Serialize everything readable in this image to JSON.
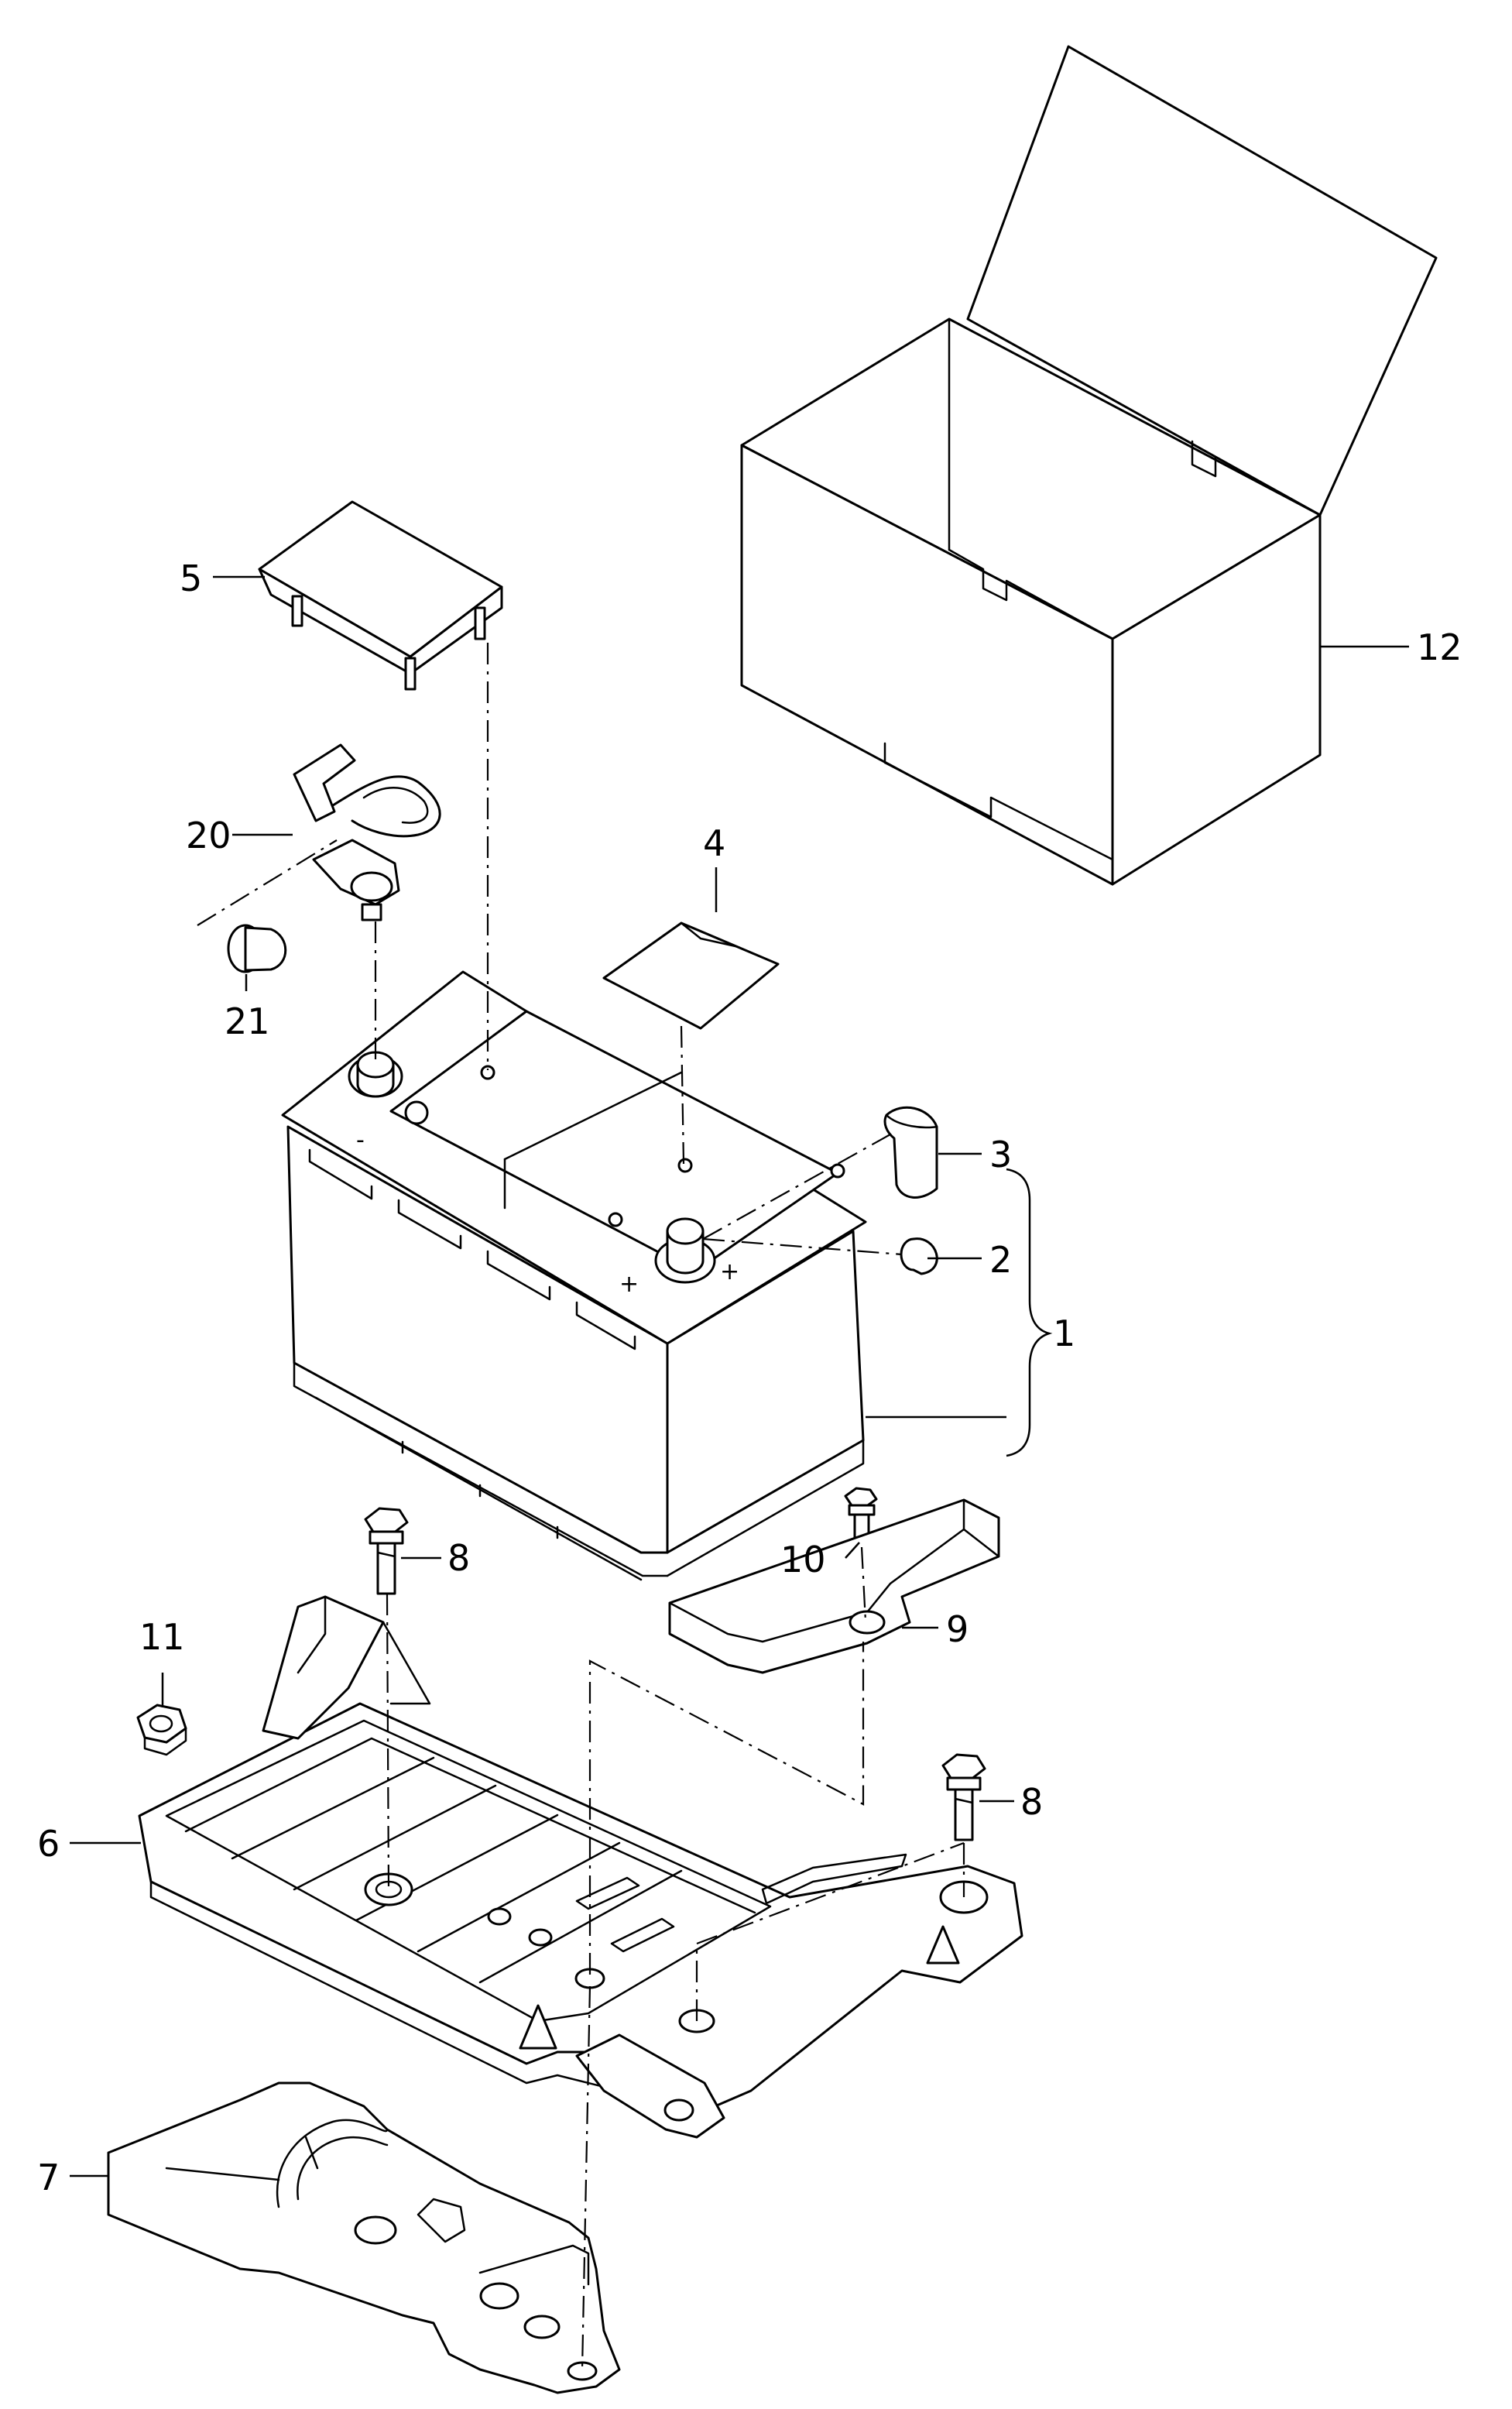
{
  "labels": {
    "l1": "1",
    "l2": "2",
    "l3": "3",
    "l4": "4",
    "l5": "5",
    "l6": "6",
    "l7": "7",
    "l8a": "8",
    "l8b": "8",
    "l9": "9",
    "l10": "10",
    "l11": "11",
    "l12": "12",
    "l20": "20",
    "l21": "21"
  },
  "terminal_marks": {
    "negative": "-",
    "positive_a": "+",
    "positive_b": "+"
  },
  "colors": {
    "line": "#000000",
    "background": "#ffffff"
  }
}
